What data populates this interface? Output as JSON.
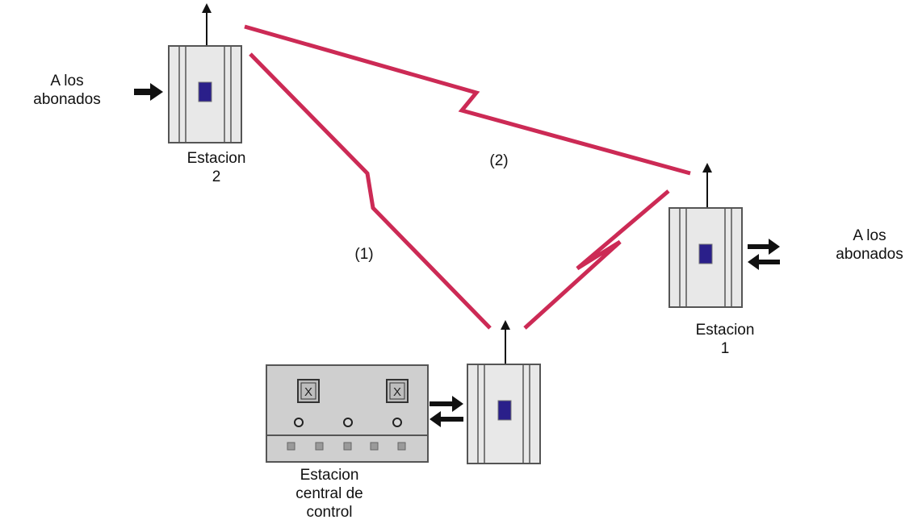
{
  "colors": {
    "link": "#cc2a55",
    "cabinet_fill": "#e8e8e8",
    "cabinet_stroke": "#555555",
    "window_fill": "#2a1f8a",
    "console_fill": "#cfcfcf",
    "arrow": "#111111"
  },
  "labels": {
    "station2": [
      "Estacion",
      "2"
    ],
    "station1": [
      "Estacion",
      "1"
    ],
    "central": [
      "Estacion",
      "central de",
      "control"
    ],
    "subscribers_left": [
      "A los",
      "abonados"
    ],
    "subscribers_right": [
      "A los",
      "abonados"
    ],
    "link1": "(1)",
    "link2": "(2)",
    "console_mark": "X"
  },
  "icons": [
    "antenna-icon",
    "transceiver-cabinet-icon",
    "control-console-icon",
    "arrow-right-icon",
    "bidirectional-arrow-icon",
    "radio-link-icon"
  ]
}
